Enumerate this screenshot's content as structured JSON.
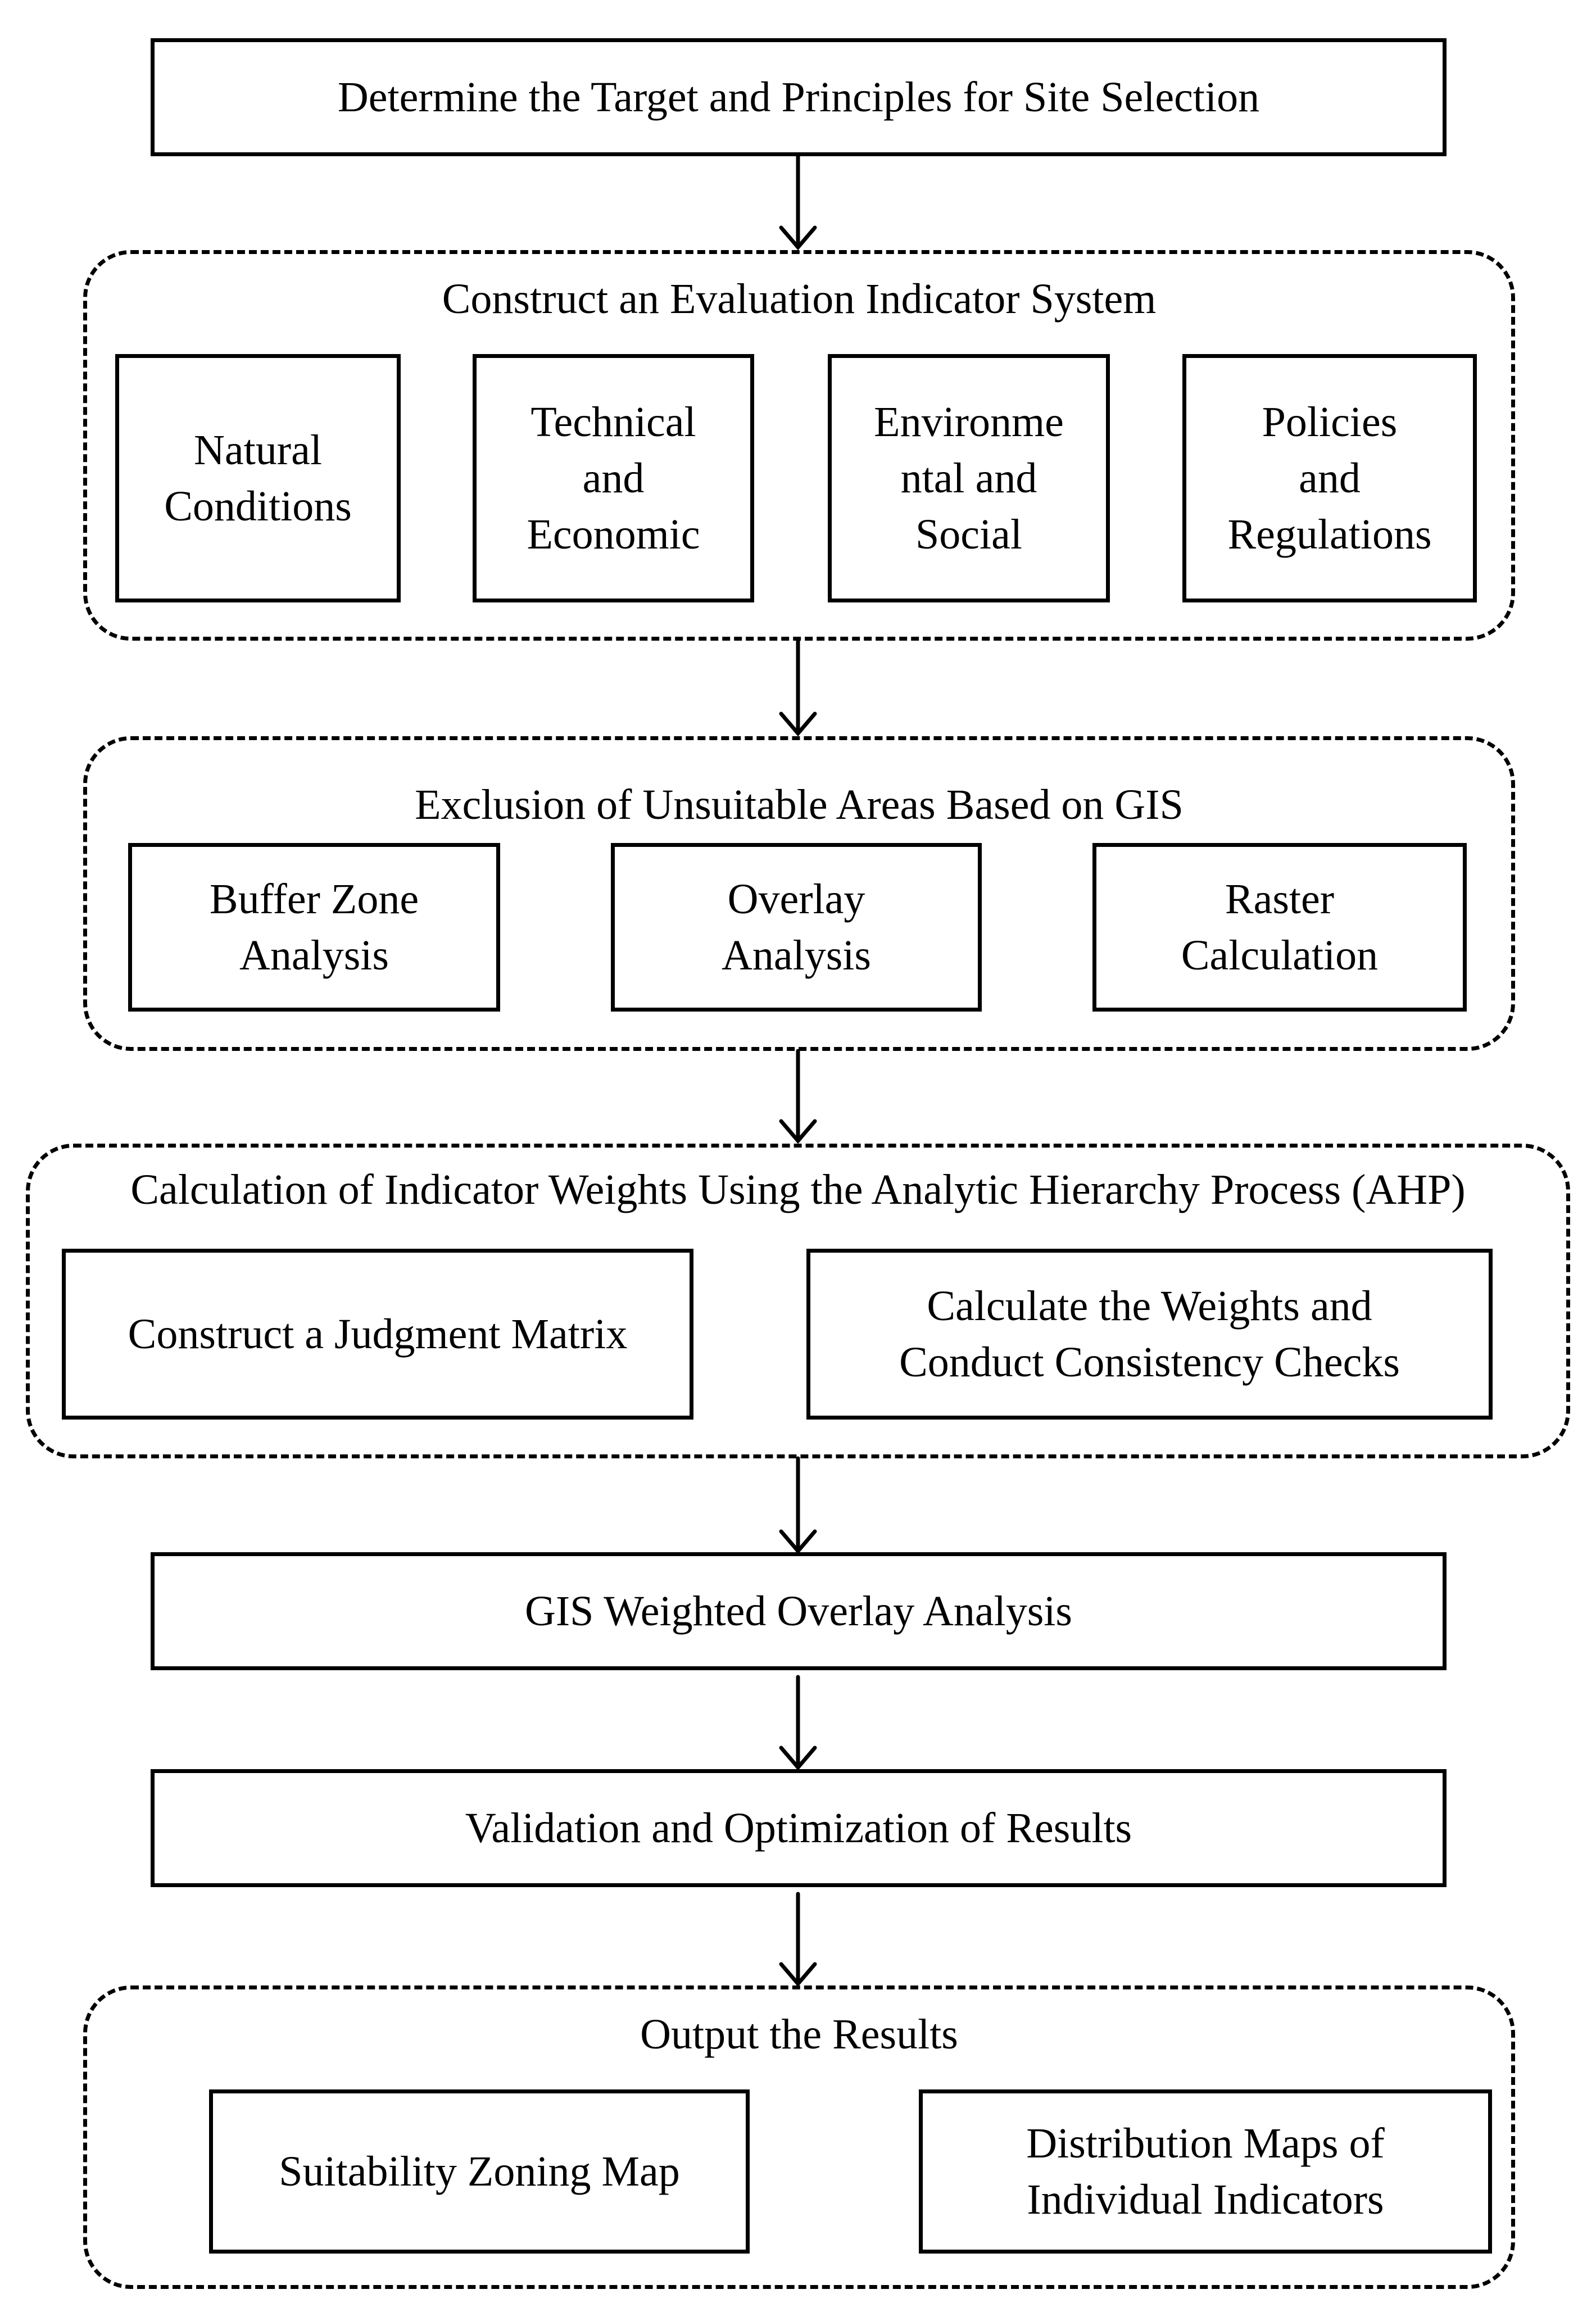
{
  "steps": {
    "target": "Determine the Target and Principles for Site Selection",
    "gis_weighted": "GIS Weighted Overlay Analysis",
    "validation": "Validation and Optimization of Results"
  },
  "groups": {
    "indicator_system": {
      "title": "Construct an Evaluation Indicator System",
      "items": [
        "Natural\nConditions",
        "Technical\nand\nEconomic",
        "Environme\nntal and\nSocial",
        "Policies\nand\nRegulations"
      ]
    },
    "exclusion": {
      "title": "Exclusion of Unsuitable Areas Based on GIS",
      "items": [
        "Buffer Zone\nAnalysis",
        "Overlay\nAnalysis",
        "Raster\nCalculation"
      ]
    },
    "ahp": {
      "title": "Calculation of Indicator Weights Using the Analytic Hierarchy Process (AHP)",
      "items": [
        "Construct a Judgment Matrix",
        "Calculate the Weights and\nConduct Consistency Checks"
      ]
    },
    "output": {
      "title": "Output the Results",
      "items": [
        "Suitability Zoning Map",
        "Distribution Maps of\nIndividual Indicators"
      ]
    }
  }
}
